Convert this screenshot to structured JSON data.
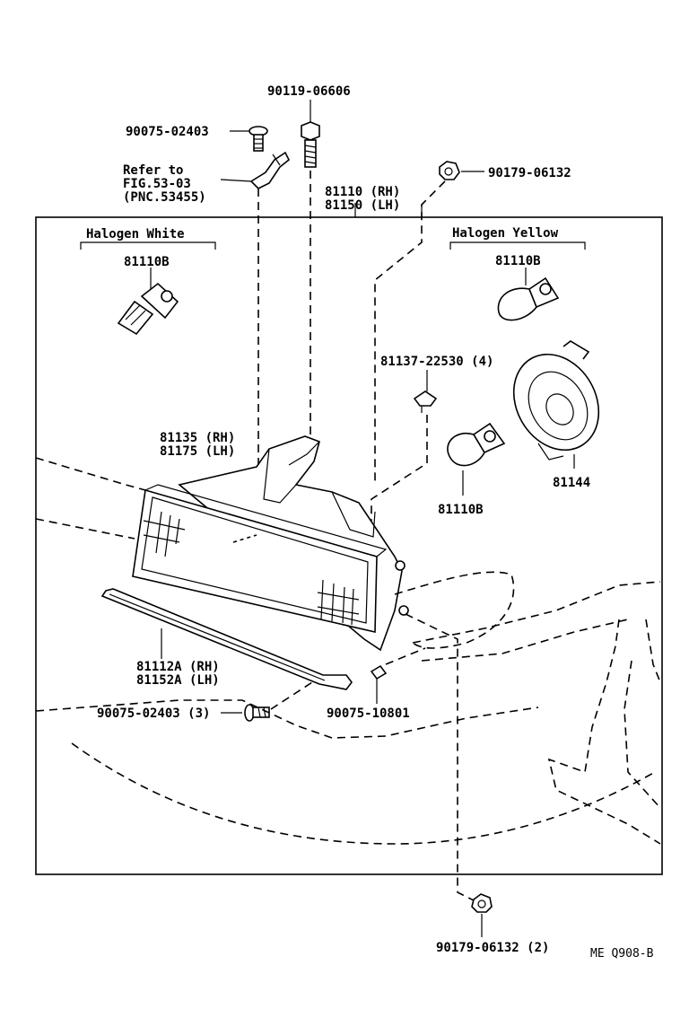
{
  "labels": {
    "screw_top": "90075-02403",
    "bolt_top": "90119-06606",
    "refer_line1": "Refer to",
    "refer_line2": "FIG.53-03",
    "refer_line3": "(PNC.53455)",
    "headlamp_rh": "81110 (RH)",
    "headlamp_lh": "81150 (LH)",
    "nut_top": "90179-06132",
    "halogen_white": "Halogen White",
    "halogen_yellow": "Halogen Yellow",
    "bulb_white": "81110B",
    "bulb_yellow": "81110B",
    "clip": "81137-22530 (4)",
    "socket_bulb": "81110B",
    "cover": "81144",
    "lens_rh": "81135 (RH)",
    "lens_lh": "81175 (LH)",
    "gasket_rh": "81112A (RH)",
    "gasket_lh": "81152A (LH)",
    "screw_bottom": "90075-02403 (3)",
    "screw_side": "90075-10801",
    "nut_bottom": "90179-06132 (2)",
    "figure_code": "ME Q908-B"
  }
}
